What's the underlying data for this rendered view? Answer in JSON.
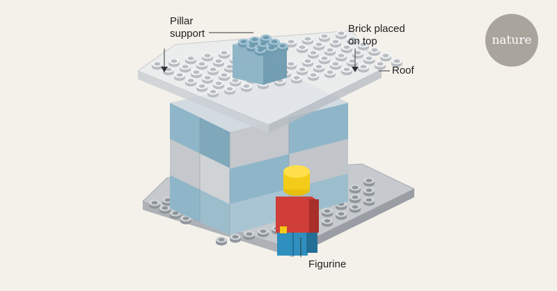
{
  "labels": {
    "pillar_line1": "Pillar",
    "pillar_line2": "support",
    "brick_line1": "Brick placed",
    "brick_line2": "on top",
    "roof": "Roof",
    "figurine": "Figurine"
  },
  "brand": {
    "logo_text": "nature"
  },
  "colors": {
    "background": "#f3f1ea",
    "blue_brick": "#8fb6c8",
    "grey_brick": "#c2c5c9",
    "roof_plate": "#e6e8eb",
    "figurine_head": "#f2cc18",
    "figurine_body": "#cf3e38",
    "figurine_legs": "#2f8fbf",
    "logo_circle": "#a9a49c"
  }
}
